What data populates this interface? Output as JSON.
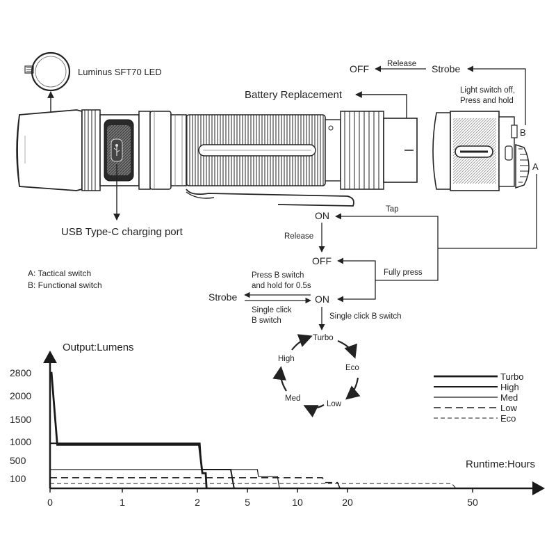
{
  "callouts": {
    "led": "Luminus SFT70 LED",
    "battery": "Battery Replacement",
    "usb": "USB Type-C charging port"
  },
  "switch_legend": {
    "a": "A: Tactical switch",
    "b": "B: Functional switch"
  },
  "tailcap_labels": {
    "a": "A",
    "b": "B"
  },
  "flow": {
    "top": {
      "off": "OFF",
      "release": "Release",
      "strobe": "Strobe",
      "hold_line1": "Light switch off,",
      "hold_line2": "Press and hold"
    },
    "on1": "ON",
    "tap": "Tap",
    "release": "Release",
    "off": "OFF",
    "fully_press": "Fully press",
    "press_b_line1": "Press B switch",
    "press_b_line2": "and hold for 0.5s",
    "strobe": "Strobe",
    "on2": "ON",
    "single_click_line1": "Single click",
    "single_click_line2": "B switch",
    "single_click_b": "Single click B switch"
  },
  "mode_cycle": [
    "Turbo",
    "Eco",
    "Low",
    "Med",
    "High"
  ],
  "chart_data": {
    "type": "line",
    "ylabel": "Output:Lumens",
    "xlabel": "Runtime:Hours",
    "y_ticks": [
      "2800",
      "2000",
      "1500",
      "1000",
      "500",
      "100"
    ],
    "x_ticks": [
      "0",
      "1",
      "2",
      "5",
      "10",
      "20",
      "50"
    ],
    "series": [
      {
        "name": "Turbo",
        "points": [
          [
            0,
            2800
          ],
          [
            0.02,
            2800
          ],
          [
            0.1,
            920
          ],
          [
            2.1,
            920
          ],
          [
            2.3,
            220
          ],
          [
            2.5,
            220
          ],
          [
            2.55,
            0
          ]
        ]
      },
      {
        "name": "High",
        "points": [
          [
            0,
            960
          ],
          [
            0.1,
            960
          ],
          [
            2.15,
            960
          ],
          [
            2.25,
            300
          ],
          [
            4.0,
            300
          ],
          [
            4.2,
            0
          ]
        ]
      },
      {
        "name": "Med",
        "points": [
          [
            0,
            300
          ],
          [
            6.0,
            300
          ],
          [
            6.1,
            150
          ],
          [
            8.0,
            150
          ],
          [
            8.2,
            0
          ]
        ]
      },
      {
        "name": "Low",
        "points": [
          [
            0,
            120
          ],
          [
            15.0,
            120
          ],
          [
            15.5,
            60
          ],
          [
            18.0,
            60
          ],
          [
            18.5,
            0
          ]
        ]
      },
      {
        "name": "Eco",
        "points": [
          [
            0,
            50
          ],
          [
            45.0,
            50
          ],
          [
            46.0,
            0
          ]
        ]
      }
    ],
    "legend": [
      "Turbo",
      "High",
      "Med",
      "Low",
      "Eco"
    ],
    "legend_position": "right",
    "grid": false,
    "colors": {
      "line": "#1a1a1a",
      "axis": "#1a1a1a"
    }
  }
}
